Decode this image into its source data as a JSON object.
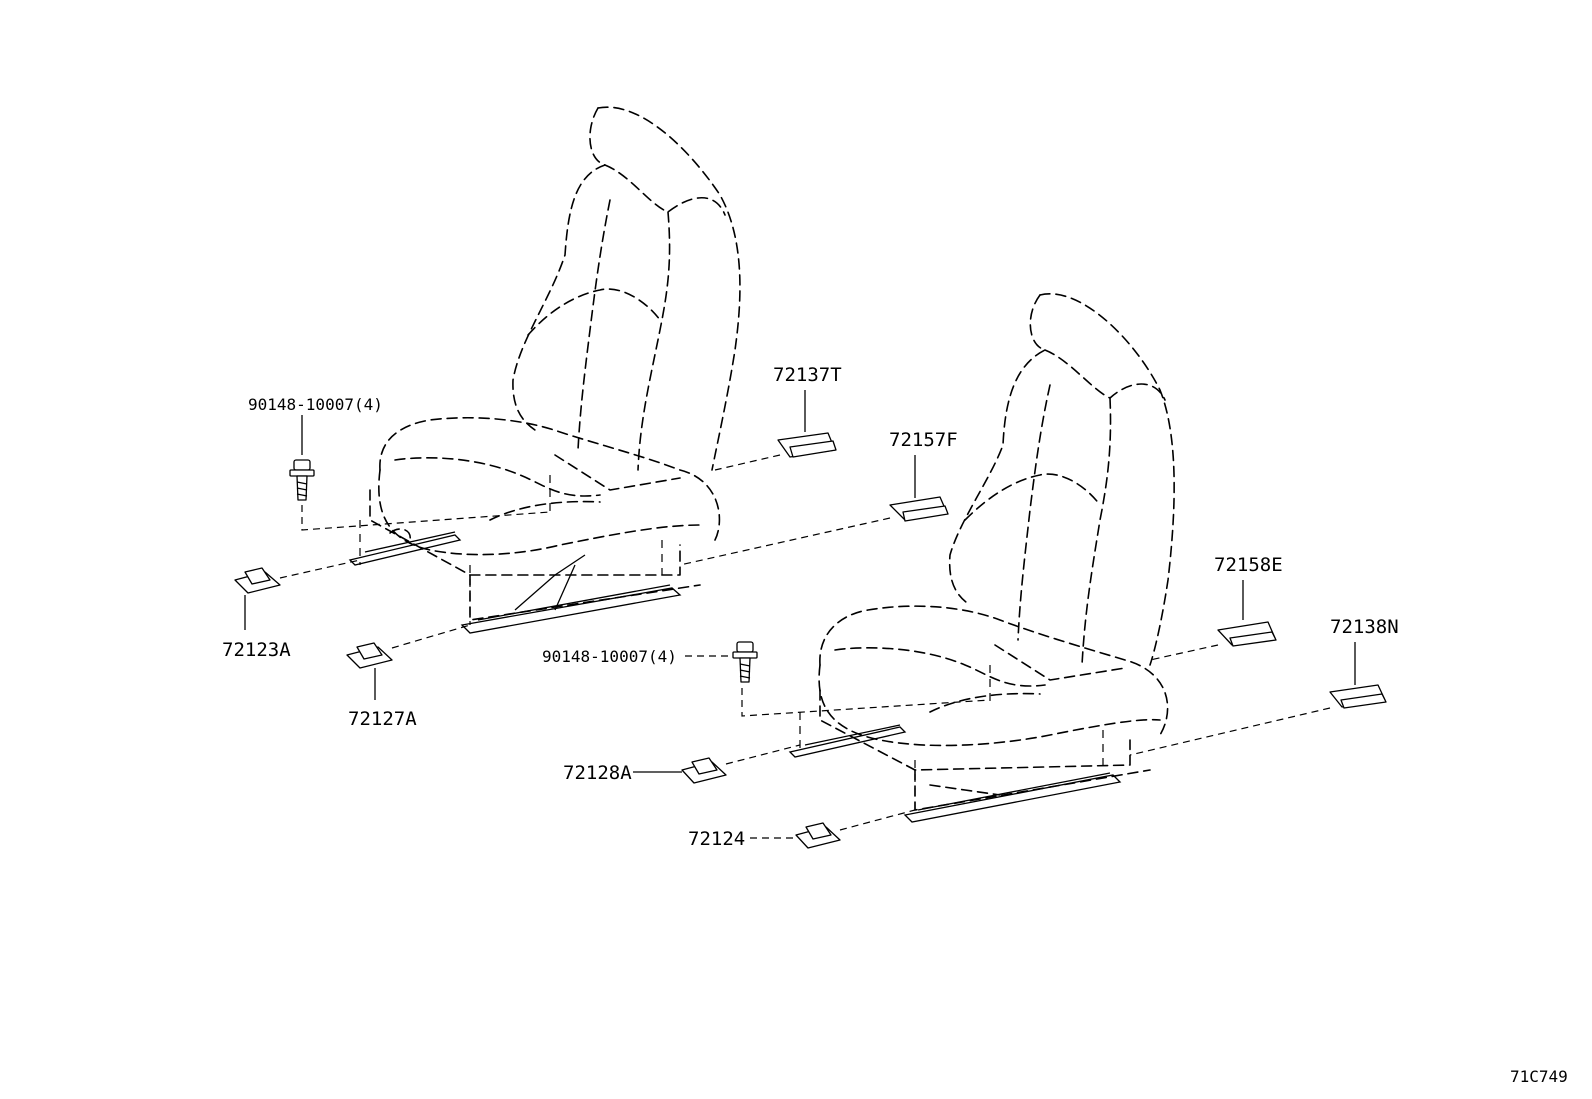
{
  "labels": {
    "bolt_left": "90148-10007(4)",
    "bolt_right": "90148-10007(4)",
    "p72137T": "72137T",
    "p72157F": "72157F",
    "p72158E": "72158E",
    "p72138N": "72138N",
    "p72123A": "72123A",
    "p72127A": "72127A",
    "p72128A": "72128A",
    "p72124": "72124",
    "figure_code": "71C749"
  }
}
